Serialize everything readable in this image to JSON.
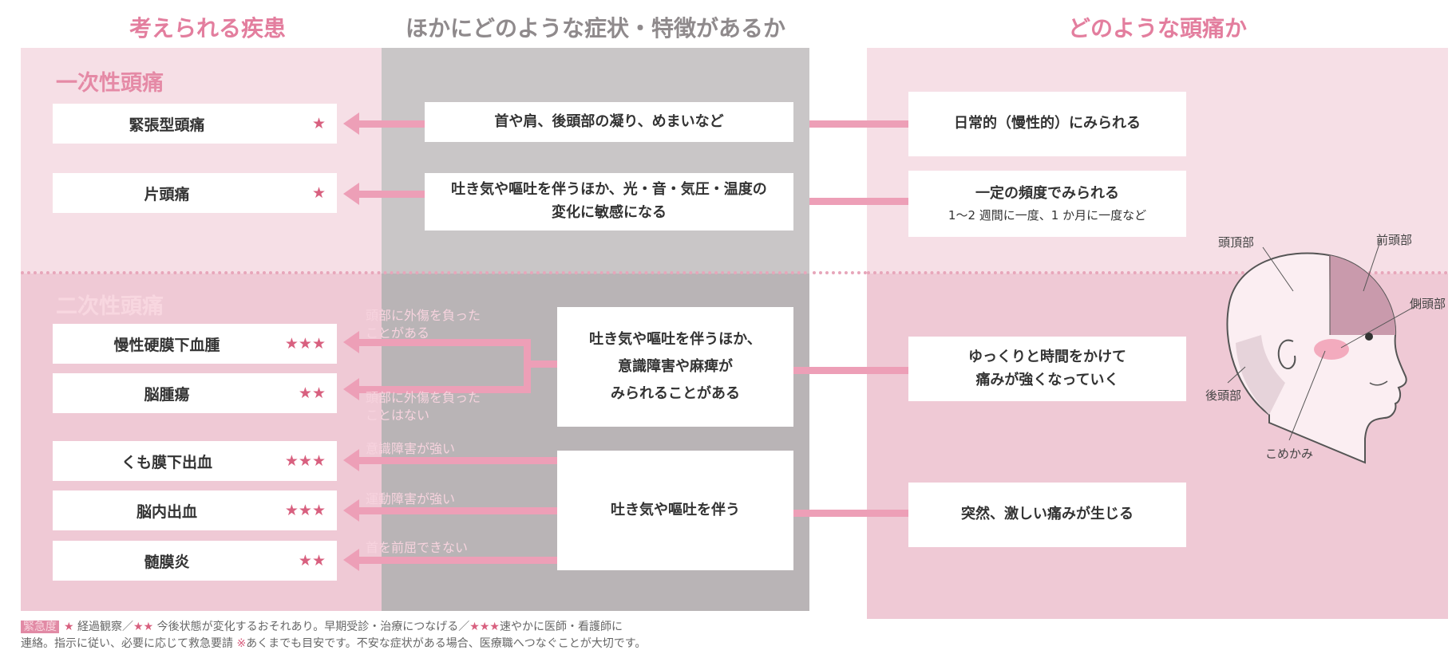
{
  "titles": {
    "diseases": "考えられる疾患",
    "symptoms": "ほかにどのような症状・特徴があるか",
    "headache": "どのような頭痛か"
  },
  "colors": {
    "title_pink": "#e37e9e",
    "title_gray": "#8f8a8c",
    "section_primary": "#e58aa6",
    "section_secondary": "#f8d7e0",
    "star": "#d8607f",
    "arrow": "#ed9fb7"
  },
  "sections": {
    "primary": "一次性頭痛",
    "secondary": "二次性頭痛"
  },
  "diseases": [
    {
      "name": "緊張型頭痛",
      "stars": "★"
    },
    {
      "name": "片頭痛",
      "stars": "★"
    },
    {
      "name": "慢性硬膜下血腫",
      "stars": "★★★"
    },
    {
      "name": "脳腫瘍",
      "stars": "★★"
    },
    {
      "name": "くも膜下出血",
      "stars": "★★★"
    },
    {
      "name": "脳内出血",
      "stars": "★★★"
    },
    {
      "name": "髄膜炎",
      "stars": "★★"
    }
  ],
  "symptoms": [
    {
      "text": "首や肩、後頭部の凝り、めまいなど"
    },
    {
      "line1": "吐き気や嘔吐を伴うほか、光・音・気圧・温度の",
      "line2": "変化に敏感になる"
    },
    {
      "line1": "吐き気や嘔吐を伴うほか、",
      "line2": "意識障害や麻痺が",
      "line3": "みられることがある"
    },
    {
      "text": "吐き気や嘔吐を伴う"
    }
  ],
  "headache_types": [
    {
      "text": "日常的（慢性的）にみられる"
    },
    {
      "line1": "一定の頻度でみられる",
      "line2": "1～2 週間に一度、1 か月に一度など"
    },
    {
      "line1": "ゆっくりと時間をかけて",
      "line2": "痛みが強くなっていく"
    },
    {
      "text": "突然、激しい痛みが生じる"
    }
  ],
  "annotations": {
    "trauma_yes_1": "頭部に外傷を負った",
    "trauma_yes_2": "ことがある",
    "trauma_no_1": "頭部に外傷を負った",
    "trauma_no_2": "ことはない",
    "consciousness": "意識障害が強い",
    "motor": "運動障害が強い",
    "neck": "首を前屈できない"
  },
  "head_labels": {
    "vertex": "頭頂部",
    "frontal": "前頭部",
    "lateral": "側頭部",
    "occipital": "後頭部",
    "temple": "こめかみ"
  },
  "legend": {
    "badge": "緊急度",
    "s1": "★",
    "t1": "経過観察／",
    "s2": "★★",
    "t2": "今後状態が変化するおそれあり。早期受診・治療につなげる／",
    "s3": "★★★",
    "t3": "速やかに医師・看護師に",
    "line2a": "連絡。指示に従い、必要に応じて救急要請",
    "mark": "※",
    "line2b": "あくまでも目安です。不安な症状がある場合、医療職へつなぐことが大切です。"
  }
}
